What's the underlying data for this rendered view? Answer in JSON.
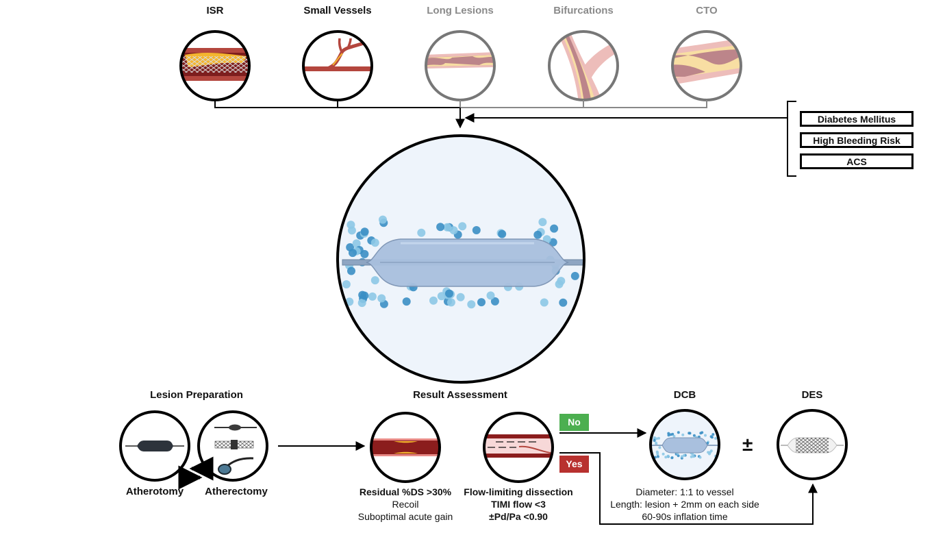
{
  "colors": {
    "accent_yes": "#b8312f",
    "accent_no": "#4caf50",
    "inactive_gray": "#8a8a8a",
    "dcb_bg": "#eef4fb",
    "balloon": "#a7bfdf",
    "drug_dot_light": "#8cc8e6",
    "drug_dot_dark": "#3b8fc4"
  },
  "indications": {
    "items": [
      {
        "label": "ISR",
        "icon": "in-stent-restenosis-icon",
        "active": true
      },
      {
        "label": "Small Vessels",
        "icon": "small-vessel-icon",
        "active": true
      },
      {
        "label": "Long Lesions",
        "icon": "long-lesion-icon",
        "active": false
      },
      {
        "label": "Bifurcations",
        "icon": "bifurcation-icon",
        "active": false
      },
      {
        "label": "CTO",
        "icon": "chronic-total-occlusion-icon",
        "active": false
      }
    ]
  },
  "risk_factors": {
    "items": [
      "Diabetes Mellitus",
      "High Bleeding Risk",
      "ACS"
    ]
  },
  "central": {
    "icon": "drug-coated-balloon-icon"
  },
  "lesion_preparation": {
    "title": "Lesion Preparation",
    "atherotomy": "Atherotomy",
    "atherectomy": "Atherectomy"
  },
  "result_assessment": {
    "title": "Result Assessment",
    "left_criteria": {
      "bold": "Residual %DS >30%",
      "lines": [
        "Recoil",
        "Suboptimal acute gain"
      ]
    },
    "right_criteria": {
      "lines": [
        "Flow-limiting dissection",
        "TIMI flow <3",
        "±Pd/Pa <0.90"
      ]
    }
  },
  "decision": {
    "no": "No",
    "yes": "Yes"
  },
  "outcomes": {
    "dcb_title": "DCB",
    "des_title": "DES",
    "plus_minus": "±",
    "dcb_notes": [
      "Diameter: 1:1 to vessel",
      "Length: lesion + 2mm on each side",
      "60-90s inflation time"
    ]
  }
}
